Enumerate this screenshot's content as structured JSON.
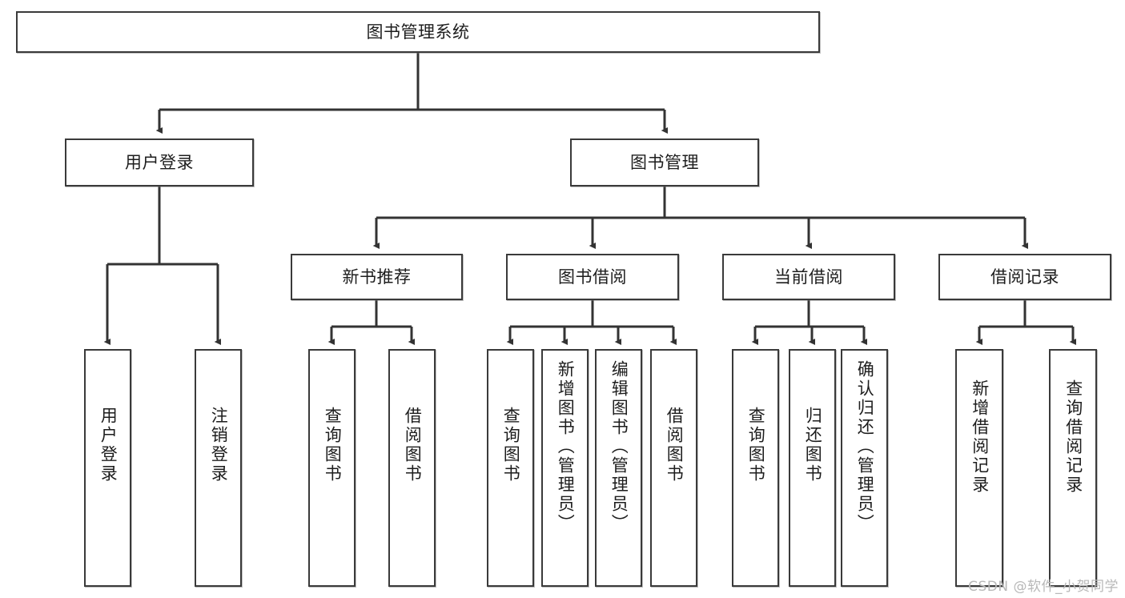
{
  "diagram": {
    "title": "图书管理系统",
    "type": "tree-hierarchy-chart",
    "root": {
      "label": "图书管理系统"
    },
    "level2": [
      {
        "label": "用户登录"
      },
      {
        "label": "图书管理"
      }
    ],
    "level3": [
      {
        "label": "新书推荐"
      },
      {
        "label": "图书借阅"
      },
      {
        "label": "当前借阅"
      },
      {
        "label": "借阅记录"
      }
    ],
    "leaves": {
      "user_login": [
        {
          "label": "用户登录"
        },
        {
          "label": "注销登录"
        }
      ],
      "new_book_recommend": [
        {
          "label": "查询图书"
        },
        {
          "label": "借阅图书"
        }
      ],
      "book_borrow": [
        {
          "label": "查询图书"
        },
        {
          "label": "新增图书（管理员）"
        },
        {
          "label": "编辑图书（管理员）"
        },
        {
          "label": "借阅图书"
        }
      ],
      "current_borrow": [
        {
          "label": "查询图书"
        },
        {
          "label": "归还图书"
        },
        {
          "label": "确认归还（管理员）"
        }
      ],
      "borrow_record": [
        {
          "label": "新增借阅记录"
        },
        {
          "label": "查询借阅记录"
        }
      ]
    }
  },
  "watermark": {
    "text": "CSDN @软件_小贺同学"
  },
  "colors": {
    "background": "#ffffff",
    "node_border": "#3a3a3a",
    "node_fill": "#ffffff",
    "text": "#1d1d1d",
    "edge": "#333333",
    "watermark": "#b8b8b8"
  }
}
